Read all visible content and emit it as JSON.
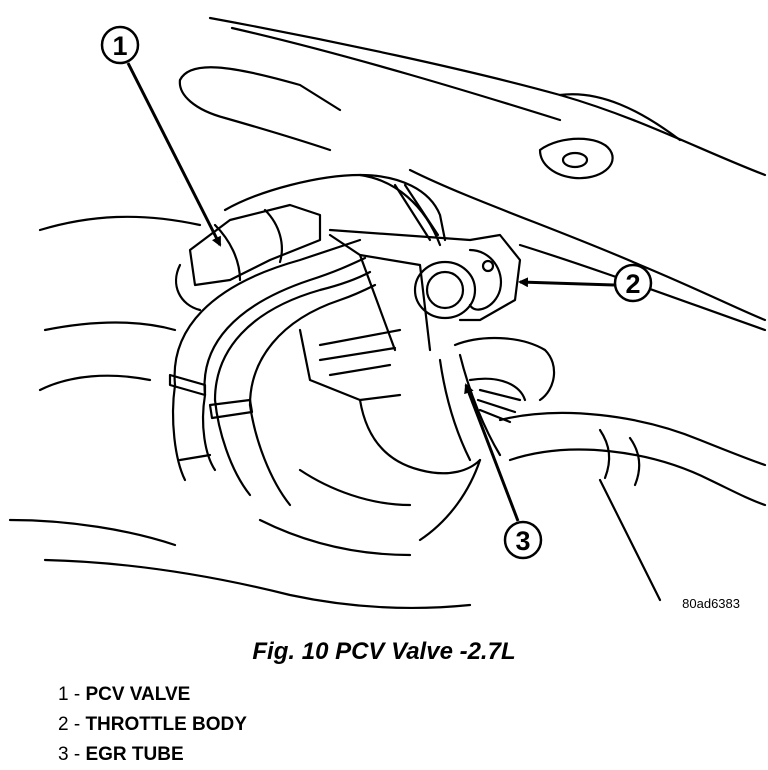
{
  "figure": {
    "image_code": "80ad6383",
    "caption": "Fig. 10 PCV Valve -2.7L"
  },
  "callouts": [
    {
      "number": "1",
      "label": "PCV VALVE"
    },
    {
      "number": "2",
      "label": "THROTTLE BODY"
    },
    {
      "number": "3",
      "label": "EGR TUBE"
    }
  ],
  "legend": [
    {
      "prefix": "1 - ",
      "label": "PCV VALVE"
    },
    {
      "prefix": "2 - ",
      "label": "THROTTLE BODY"
    },
    {
      "prefix": "3 - ",
      "label": "EGR TUBE"
    }
  ]
}
